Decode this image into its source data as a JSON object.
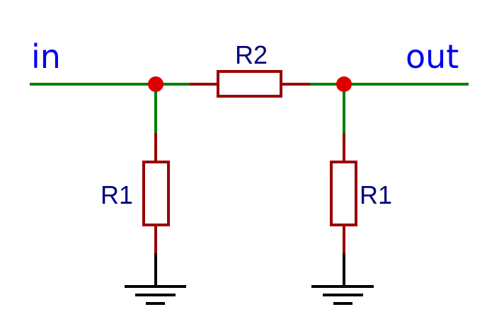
{
  "labels": {
    "input": "in",
    "output": "out",
    "resistor_series": "R2",
    "resistor_shunt_left": "R1",
    "resistor_shunt_right": "R1"
  },
  "colors": {
    "wire": "#008000",
    "resistor": "#990000",
    "node": "#dd0000",
    "ground": "#000000",
    "port_text": "#0000ee",
    "resistor_text": "#000080"
  },
  "icons": {
    "node": "junction-dot-icon",
    "ground": "ground-symbol-icon"
  }
}
